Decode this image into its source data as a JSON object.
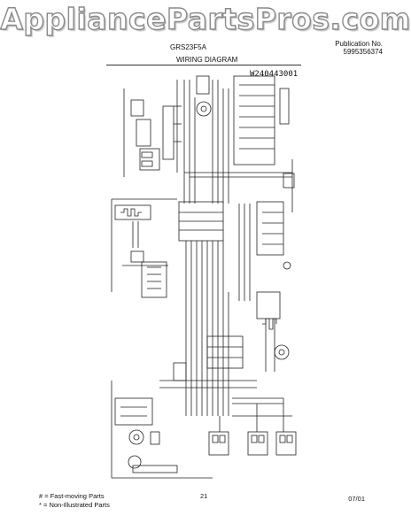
{
  "watermark": "AppliancePartsPros.com",
  "header": {
    "model": "GRS23F5A",
    "publication_label": "Publication No.",
    "publication_number": "5995356374",
    "title": "WIRING DIAGRAM",
    "diagram_number": "W240443001"
  },
  "footer": {
    "legend_fast": "#  =  Fast-moving Parts",
    "legend_non": "*  =  Non-Illustrated Parts",
    "page": "21",
    "date": "07/01"
  },
  "colors": {
    "ink": "#222222",
    "watermark_stroke": "#8a8a8a"
  }
}
